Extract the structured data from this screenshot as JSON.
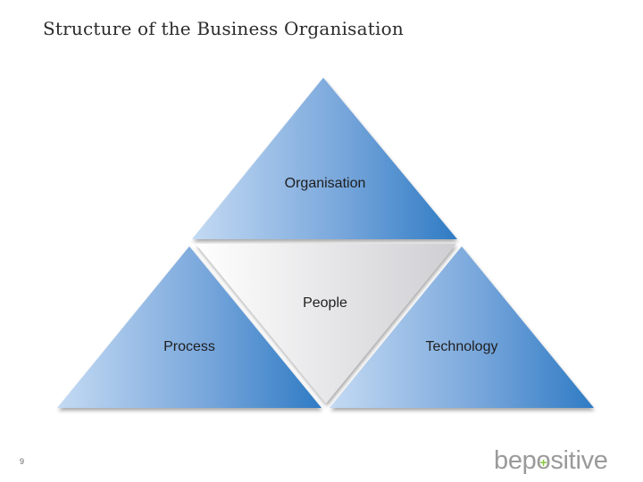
{
  "title": "Structure of the Business Organisation",
  "diagram": {
    "top_label": "Organisation",
    "center_label": "People",
    "left_label": "Process",
    "right_label": "Technology",
    "colors": {
      "blue_light": "#c4daf3",
      "blue_mid": "#7aa8dc",
      "blue_dark": "#2f7bc4",
      "grey_light": "#ffffff",
      "grey_dark": "#cfcfd3"
    }
  },
  "footer": {
    "page_number": "9",
    "logo_before": "bep",
    "logo_o": "o",
    "logo_plus": "+",
    "logo_after": "sitive"
  }
}
